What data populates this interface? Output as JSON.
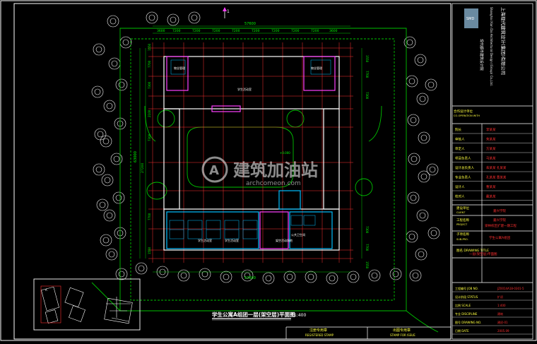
{
  "drawing": {
    "dim_top_total": "57600",
    "dim_bottom_total": "57600",
    "dim_top_bays": [
      "3600",
      "7200",
      "7200",
      "7200",
      "7200",
      "7200",
      "7200",
      "7200",
      "7200",
      "3600"
    ],
    "dim_left_total": "63000",
    "dim_left_mid": "27200",
    "dim_left_segments": [
      "1550",
      "7700",
      "7300",
      "2100",
      "7300",
      "7700",
      "1550"
    ],
    "dim_right_segments": [
      "1550",
      "7700",
      "7300",
      "7300",
      "7700",
      "1550"
    ],
    "north_marker": "1",
    "plan_title": "学生公寓A组团一层(架空层)平面图",
    "plan_scale": "1:400",
    "room_labels": [
      "物业管理",
      "物业管理",
      "学生活动室",
      "公共卫生间",
      "学生活动室",
      "学生活动室",
      "架空活动场地"
    ],
    "level_mark": "+0.000"
  },
  "watermark": {
    "logo_text": "建筑加油站",
    "sub_text": "archcomeon.com"
  },
  "title_block": {
    "company_cn": "上海现代建筑设计(集团)有限公司",
    "company_en": "Shanghai Xian Dai Architectural Design (Group) Co.,Ltd.",
    "company_vert": "现代都市建筑设计院",
    "stamp_header": "合作设计单位",
    "stamp_header_en": "CO-OPERATION WITH",
    "roles": [
      {
        "label": "院长",
        "value": "李某某"
      },
      {
        "label": "审核人",
        "value": "朱某某"
      },
      {
        "label": "审定人",
        "value": "方某某"
      },
      {
        "label": "项目负责人",
        "value": "马某某"
      },
      {
        "label": "设计总负责人",
        "value": "朱某某 孔某某"
      },
      {
        "label": "专业负责人",
        "value": "孔某某 曹某某"
      },
      {
        "label": "设计人",
        "value": "曹某某"
      },
      {
        "label": "校对人",
        "value": "戴某某"
      }
    ],
    "client_label": "建设单位",
    "client_label_en": "CLIENT",
    "client_value": "嘉兴学院",
    "project_label": "工程名称",
    "project_label_en": "PROJECT",
    "project_value_1": "嘉兴学院",
    "project_value_2": "梁林校区扩建一期工程",
    "sub_label": "子项名称",
    "sub_label_en": "SUB-PRO.",
    "sub_value": "学生公寓A组团",
    "drawing_title_label": "图名 DRAWING TITLE",
    "drawing_title_value": "一层(架空层)平面图",
    "rows": [
      {
        "label": "工程编号 JOB NO.",
        "value": "JZ0014A18-0301-5"
      },
      {
        "label": "设计阶段 STATUS",
        "value": "扩初"
      },
      {
        "label": "比例 SCALE",
        "value": "1:400"
      },
      {
        "label": "专业 DISCIPLINE",
        "value": "建筑"
      },
      {
        "label": "图号 DRAWING NO.",
        "value": "建初-01"
      },
      {
        "label": "日期 DATE",
        "value": "2005.09"
      }
    ],
    "stamp_registered": "注册专用章",
    "stamp_registered_en": "REGISTERED STAMP",
    "stamp_issue": "出图专用章",
    "stamp_issue_en": "STAMP FOR ISSUE"
  },
  "colors": {
    "frame": "#ffffff",
    "axis": "#ff3030",
    "wall": "#ffffff",
    "dimension": "#00ff00",
    "tree": "#ffffff",
    "road": "#00c000",
    "room_blue": "#00bfff",
    "magenta": "#ff40ff",
    "title_yellow": "#ffff40",
    "title_red": "#ff3030",
    "title_cyan": "#40ffff"
  }
}
